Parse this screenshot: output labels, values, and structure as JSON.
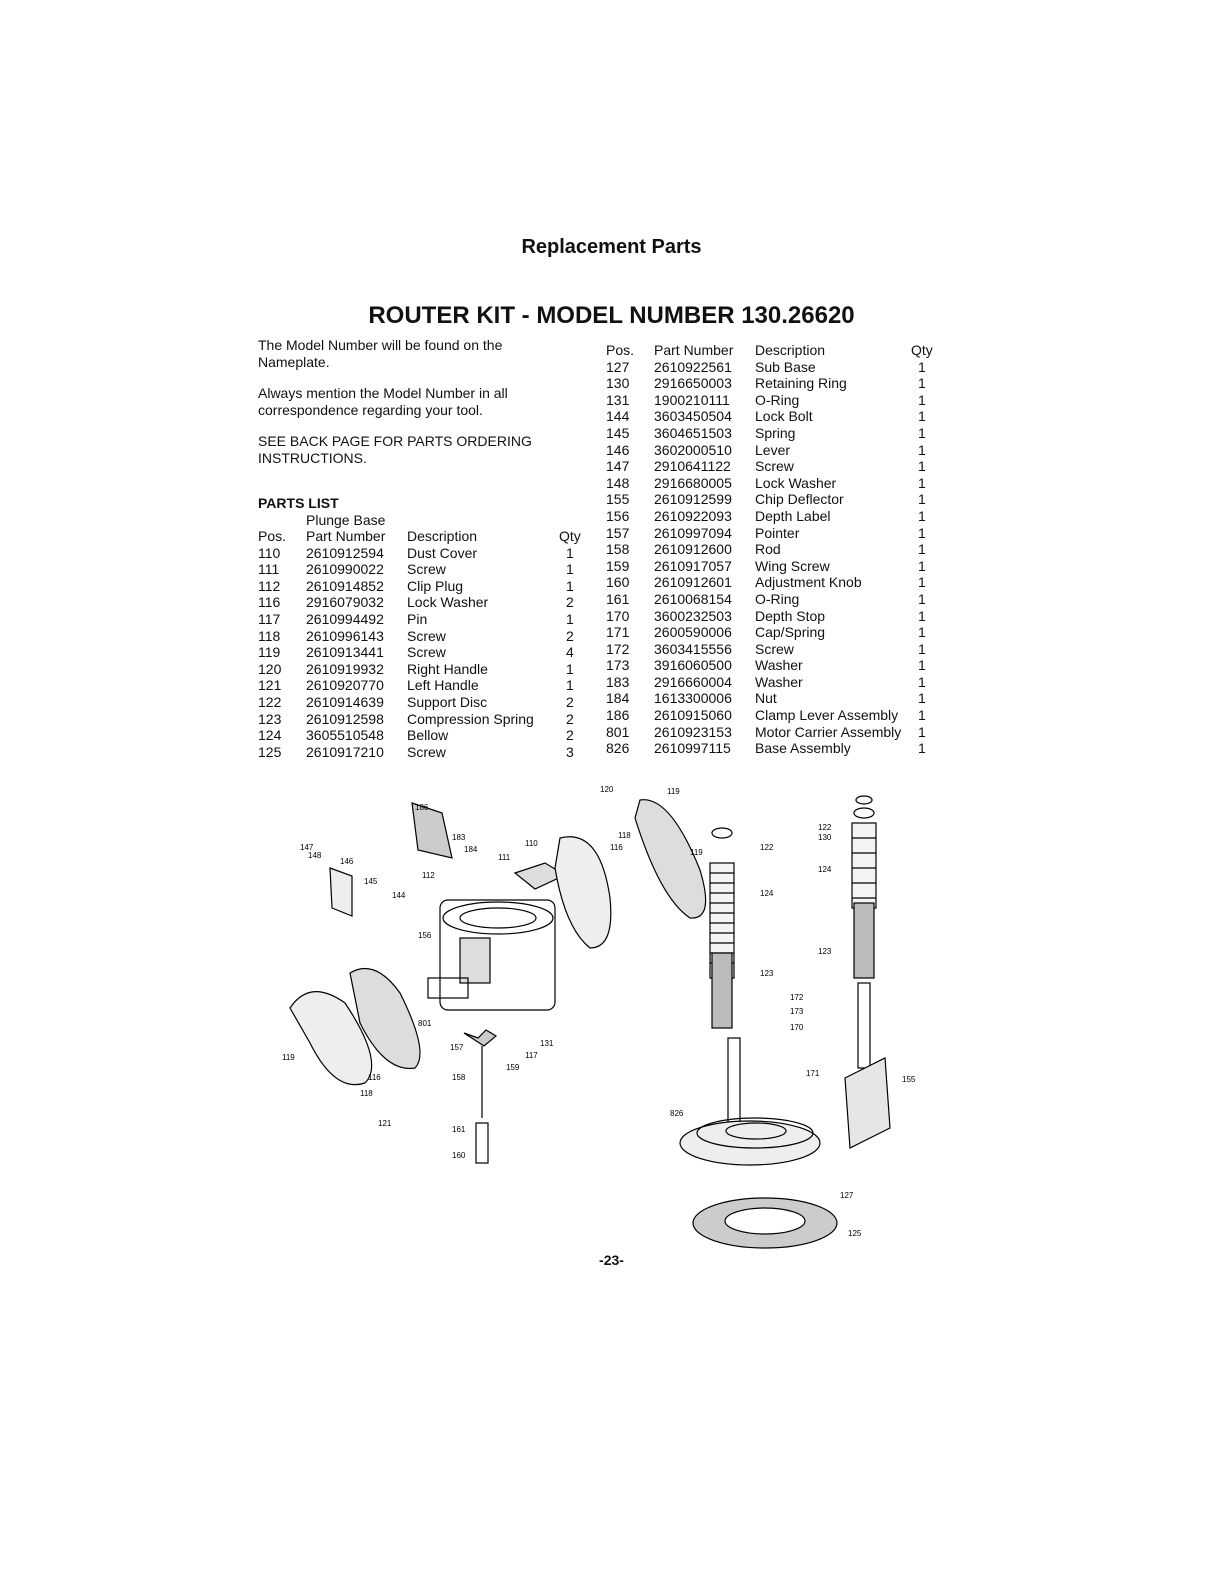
{
  "header": {
    "title": "Replacement Parts",
    "subtitle": "ROUTER KIT - MODEL NUMBER 130.26620"
  },
  "intro": {
    "line1": "The Model Number will be found on the Nameplate.",
    "line2": "Always mention the Model Number in all correspondence regarding your tool.",
    "line3": "SEE BACK PAGE FOR PARTS ORDERING INSTRUCTIONS."
  },
  "parts_list": {
    "label": "PARTS LIST",
    "section": "Plunge Base",
    "columns": {
      "pos": "Pos.",
      "part": "Part Number",
      "desc": "Description",
      "qty": "Qty"
    },
    "left_rows": [
      {
        "pos": "110",
        "part": "2610912594",
        "desc": "Dust Cover",
        "qty": "1"
      },
      {
        "pos": "111",
        "part": "2610990022",
        "desc": "Screw",
        "qty": "1"
      },
      {
        "pos": "112",
        "part": "2610914852",
        "desc": "Clip Plug",
        "qty": "1"
      },
      {
        "pos": "116",
        "part": "2916079032",
        "desc": "Lock Washer",
        "qty": "2"
      },
      {
        "pos": "117",
        "part": "2610994492",
        "desc": "Pin",
        "qty": "1"
      },
      {
        "pos": "118",
        "part": "2610996143",
        "desc": "Screw",
        "qty": "2"
      },
      {
        "pos": "119",
        "part": "2610913441",
        "desc": "Screw",
        "qty": "4"
      },
      {
        "pos": "120",
        "part": "2610919932",
        "desc": "Right Handle",
        "qty": "1"
      },
      {
        "pos": "121",
        "part": "2610920770",
        "desc": "Left Handle",
        "qty": "1"
      },
      {
        "pos": "122",
        "part": "2610914639",
        "desc": "Support Disc",
        "qty": "2"
      },
      {
        "pos": "123",
        "part": "2610912598",
        "desc": "Compression Spring",
        "qty": "2"
      },
      {
        "pos": "124",
        "part": "3605510548",
        "desc": "Bellow",
        "qty": "2"
      },
      {
        "pos": "125",
        "part": "2610917210",
        "desc": "Screw",
        "qty": "3"
      }
    ],
    "right_rows": [
      {
        "pos": "127",
        "part": "2610922561",
        "desc": "Sub Base",
        "qty": "1"
      },
      {
        "pos": "130",
        "part": "2916650003",
        "desc": "Retaining Ring",
        "qty": "1"
      },
      {
        "pos": "131",
        "part": "1900210111",
        "desc": "O-Ring",
        "qty": "1"
      },
      {
        "pos": "144",
        "part": "3603450504",
        "desc": "Lock Bolt",
        "qty": "1"
      },
      {
        "pos": "145",
        "part": "3604651503",
        "desc": "Spring",
        "qty": "1"
      },
      {
        "pos": "146",
        "part": "3602000510",
        "desc": "Lever",
        "qty": "1"
      },
      {
        "pos": "147",
        "part": "2910641122",
        "desc": "Screw",
        "qty": "1"
      },
      {
        "pos": "148",
        "part": "2916680005",
        "desc": "Lock Washer",
        "qty": "1"
      },
      {
        "pos": "155",
        "part": "2610912599",
        "desc": "Chip Deflector",
        "qty": "1"
      },
      {
        "pos": "156",
        "part": "2610922093",
        "desc": "Depth Label",
        "qty": "1"
      },
      {
        "pos": "157",
        "part": "2610997094",
        "desc": "Pointer",
        "qty": "1"
      },
      {
        "pos": "158",
        "part": "2610912600",
        "desc": "Rod",
        "qty": "1"
      },
      {
        "pos": "159",
        "part": "2610917057",
        "desc": "Wing Screw",
        "qty": "1"
      },
      {
        "pos": "160",
        "part": "2610912601",
        "desc": "Adjustment Knob",
        "qty": "1"
      },
      {
        "pos": "161",
        "part": "2610068154",
        "desc": "O-Ring",
        "qty": "1"
      },
      {
        "pos": "170",
        "part": "3600232503",
        "desc": "Depth Stop",
        "qty": "1"
      },
      {
        "pos": "171",
        "part": "2600590006",
        "desc": "Cap/Spring",
        "qty": "1"
      },
      {
        "pos": "172",
        "part": "3603415556",
        "desc": "Screw",
        "qty": "1"
      },
      {
        "pos": "173",
        "part": "3916060500",
        "desc": "Washer",
        "qty": "1"
      },
      {
        "pos": "183",
        "part": "2916660004",
        "desc": "Washer",
        "qty": "1"
      },
      {
        "pos": "184",
        "part": "1613300006",
        "desc": "Nut",
        "qty": "1"
      },
      {
        "pos": "186",
        "part": "2610915060",
        "desc": "Clamp Lever Assembly",
        "qty": "1"
      },
      {
        "pos": "801",
        "part": "2610923153",
        "desc": "Motor Carrier Assembly",
        "qty": "1"
      },
      {
        "pos": "826",
        "part": "2610997115",
        "desc": "Base Assembly",
        "qty": "1"
      }
    ]
  },
  "diagram": {
    "callouts": [
      "186",
      "183",
      "184",
      "110",
      "111",
      "112",
      "147",
      "148",
      "146",
      "145",
      "144",
      "156",
      "801",
      "157",
      "117",
      "131",
      "159",
      "158",
      "161",
      "160",
      "119",
      "116",
      "118",
      "121",
      "120",
      "119",
      "118",
      "116",
      "119",
      "122",
      "124",
      "123",
      "172",
      "173",
      "170",
      "171",
      "826",
      "155",
      "127",
      "125",
      "130",
      "122",
      "124",
      "123"
    ]
  },
  "footer": {
    "page_number": "-23-"
  }
}
